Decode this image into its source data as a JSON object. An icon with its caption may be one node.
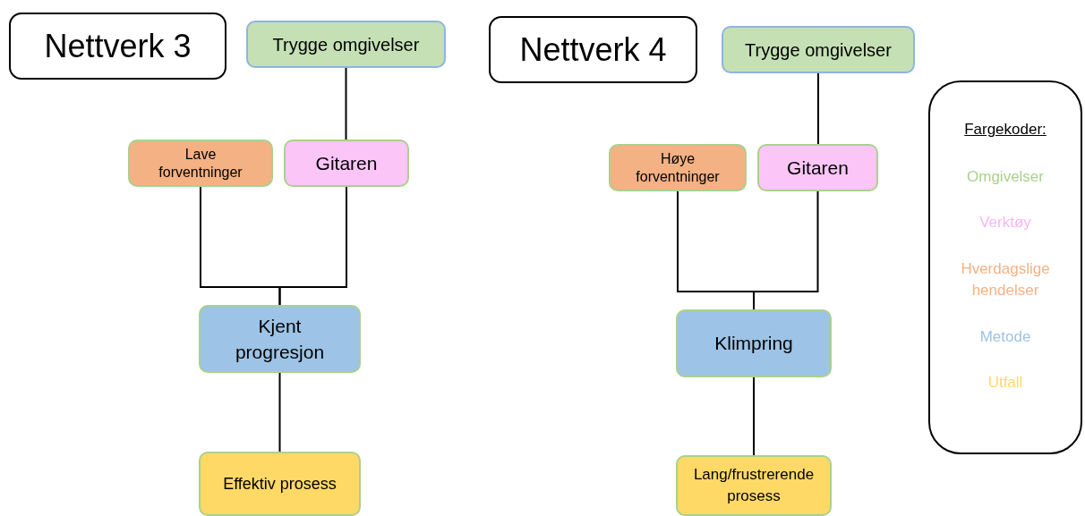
{
  "diagram": {
    "nodes": [
      {
        "text": [
          "Nettverk 3"
        ]
      },
      {
        "text": [
          "Trygge omgivelser"
        ]
      },
      {
        "text": [
          "Lave forventninger"
        ]
      },
      {
        "text": [
          "Gitaren"
        ]
      },
      {
        "text": [
          "Kjent progresjon"
        ]
      },
      {
        "text": [
          "Effektiv prosess"
        ]
      },
      {
        "text": [
          "Nettverk 4"
        ]
      },
      {
        "text": [
          "Trygge omgivelser"
        ]
      },
      {
        "text": [
          "Høye forventninger"
        ]
      },
      {
        "text": [
          "Gitaren"
        ]
      },
      {
        "text": [
          "Klimpring"
        ]
      },
      {
        "text": [
          "Lang/frustrerende prosess"
        ]
      }
    ],
    "edges": [
      {
        "from": 1,
        "to": 3,
        "arrow": "none"
      },
      {
        "from": 2,
        "to": 4,
        "arrow": "none"
      },
      {
        "from": 3,
        "to": 4,
        "arrow": "none"
      },
      {
        "from": 4,
        "to": 5,
        "arrow": "none"
      },
      {
        "from": 7,
        "to": 9,
        "arrow": "none"
      },
      {
        "from": 8,
        "to": 10,
        "arrow": "none"
      },
      {
        "from": 9,
        "to": 10,
        "arrow": "none"
      },
      {
        "from": 10,
        "to": 11,
        "arrow": "none"
      }
    ],
    "labels": [
      "Fargekoder:"
    ],
    "legend": [
      {
        "text": "Omgivelser",
        "color": "#a9d18e"
      },
      {
        "text": "Verktøy",
        "color": "#f7b6f2"
      },
      {
        "text": "Hverdagslige hendelser",
        "color": "#f4b183"
      },
      {
        "text": "Metode",
        "color": "#9dc3e6"
      },
      {
        "text": "Utfall",
        "color": "#ffd966"
      }
    ]
  }
}
